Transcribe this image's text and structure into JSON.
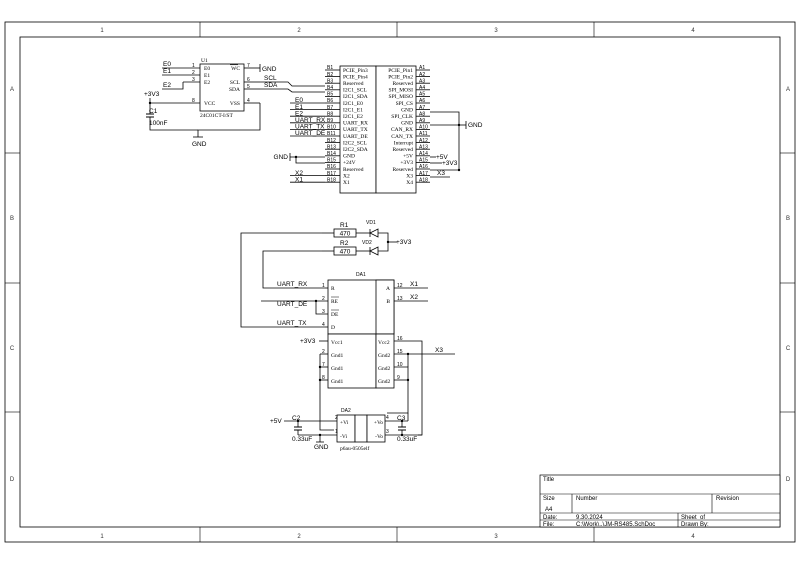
{
  "frame": {
    "columns": [
      "1",
      "2",
      "3",
      "4"
    ],
    "rows": [
      "A",
      "B",
      "C",
      "D"
    ]
  },
  "u1": {
    "designator": "U1",
    "part": "24C01CT-I/ST",
    "pins_left": [
      {
        "num": "1",
        "name": "E0"
      },
      {
        "num": "2",
        "name": "E1"
      },
      {
        "num": "3",
        "name": "E2"
      },
      {
        "num": "8",
        "name": "VCC"
      }
    ],
    "pins_right": [
      {
        "num": "7",
        "name": "WC"
      },
      {
        "num": "6",
        "name": "SCL"
      },
      {
        "num": "5",
        "name": "SDA"
      },
      {
        "num": "4",
        "name": "VSS"
      }
    ],
    "nets_left": [
      "E0",
      "E1",
      "E2"
    ],
    "net_gnd": "GND",
    "net_scl": "SCL",
    "net_sda": "SDA"
  },
  "c1": {
    "designator": "C1",
    "value": "100nF",
    "power": "+3V3",
    "gnd": "GND"
  },
  "connector": {
    "b_pins": [
      {
        "num": "B1",
        "name": "PCIE_Pin3",
        "net": ""
      },
      {
        "num": "B2",
        "name": "PCIE_Pin4",
        "net": ""
      },
      {
        "num": "B3",
        "name": "Reserved",
        "net": ""
      },
      {
        "num": "B4",
        "name": "I2C1_SCL",
        "net": ""
      },
      {
        "num": "B5",
        "name": "I2C1_SDA",
        "net": ""
      },
      {
        "num": "B6",
        "name": "I2C1_E0",
        "net": "E0"
      },
      {
        "num": "B7",
        "name": "I2C1_E1",
        "net": "E1"
      },
      {
        "num": "B8",
        "name": "I2C1_E2",
        "net": "E2"
      },
      {
        "num": "B9",
        "name": "UART_RX",
        "net": "UART_RX"
      },
      {
        "num": "B10",
        "name": "UART_TX",
        "net": "UART_TX"
      },
      {
        "num": "B11",
        "name": "UART_DE",
        "net": "UART_DE"
      },
      {
        "num": "B12",
        "name": "I2C2_SCL",
        "net": ""
      },
      {
        "num": "B13",
        "name": "I2C2_SDA",
        "net": ""
      },
      {
        "num": "B14",
        "name": "GND",
        "net": ""
      },
      {
        "num": "B15",
        "name": "+24V",
        "net": ""
      },
      {
        "num": "B16",
        "name": "Reserved",
        "net": ""
      },
      {
        "num": "B17",
        "name": "X2",
        "net": "X2"
      },
      {
        "num": "B18",
        "name": "X1",
        "net": "X1"
      }
    ],
    "a_pins": [
      {
        "num": "A1",
        "name": "PCIE_Pin1"
      },
      {
        "num": "A2",
        "name": "PCIE_Pin2"
      },
      {
        "num": "A3",
        "name": "Reserved"
      },
      {
        "num": "A4",
        "name": "SPI_MOSI"
      },
      {
        "num": "A5",
        "name": "SPI_MISO"
      },
      {
        "num": "A6",
        "name": "SPI_CS"
      },
      {
        "num": "A7",
        "name": "GND"
      },
      {
        "num": "A8",
        "name": "SPI_CLK"
      },
      {
        "num": "A9",
        "name": "GND"
      },
      {
        "num": "A10",
        "name": "CAN_RX"
      },
      {
        "num": "A11",
        "name": "CAN_TX"
      },
      {
        "num": "A12",
        "name": "Interrupt"
      },
      {
        "num": "A13",
        "name": "Reserved"
      },
      {
        "num": "A14",
        "name": "+5V"
      },
      {
        "num": "A15",
        "name": "+3V3"
      },
      {
        "num": "A16",
        "name": "Reserved"
      },
      {
        "num": "A17",
        "name": "X3"
      },
      {
        "num": "A18",
        "name": "X4"
      }
    ],
    "net_gnd_right": "GND",
    "net_gnd_left": "GND",
    "net_5v": "+5V",
    "net_3v3": "+3V3",
    "net_x3": "X3"
  },
  "leds": {
    "r1": {
      "designator": "R1",
      "value": "470"
    },
    "r2": {
      "designator": "R2",
      "value": "470"
    },
    "vd1": "VD1",
    "vd2": "VD2",
    "power": "+3V3"
  },
  "da1": {
    "designator": "DA1",
    "pins_left": [
      {
        "num": "1",
        "name": "R"
      },
      {
        "num": "2",
        "name": "RE"
      },
      {
        "num": "3",
        "name": "DE"
      },
      {
        "num": "4",
        "name": "D"
      }
    ],
    "pins_right": [
      {
        "num": "12",
        "name": "A"
      },
      {
        "num": "13",
        "name": "B"
      }
    ],
    "power_left": [
      {
        "num": "",
        "name": "Vcc1"
      },
      {
        "num": "2",
        "name": "Gnd1"
      },
      {
        "num": "7",
        "name": "Gnd1"
      },
      {
        "num": "8",
        "name": "Gnd1"
      }
    ],
    "power_right": [
      {
        "num": "16",
        "name": "Vcc2"
      },
      {
        "num": "15",
        "name": "Gnd2"
      },
      {
        "num": "10",
        "name": "Gnd2"
      },
      {
        "num": "9",
        "name": "Gnd2"
      }
    ],
    "net_rx": "UART_RX",
    "net_de": "UART_DE",
    "net_tx": "UART_TX",
    "net_x1": "X1",
    "net_x2": "X2",
    "net_x3": "X3",
    "net_3v3": "+3V3"
  },
  "da2": {
    "designator": "DA2",
    "part": "p6au-0505elf",
    "pins_left": [
      {
        "num": "2",
        "name": "+Vi"
      },
      {
        "num": "1",
        "name": "-Vi"
      }
    ],
    "pins_right": [
      {
        "num": "4",
        "name": "+Vo"
      },
      {
        "num": "3",
        "name": "-Vo"
      }
    ],
    "net_5v": "+5V",
    "net_gnd": "GND"
  },
  "c2": {
    "designator": "C2",
    "value": "0.33uF"
  },
  "c3": {
    "designator": "C3",
    "value": "0.33uF"
  },
  "title_block": {
    "title_label": "Title",
    "size_label": "Size",
    "size_value": "A4",
    "number_label": "Number",
    "revision_label": "Revision",
    "date_label": "Date:",
    "date_value": "9.30.2024",
    "file_label": "File:",
    "file_value": "C:\\Work\\..\\JM-RS485.SchDoc",
    "sheet_label": "Sheet",
    "of_label": "of",
    "drawn_label": "Drawn By:"
  }
}
